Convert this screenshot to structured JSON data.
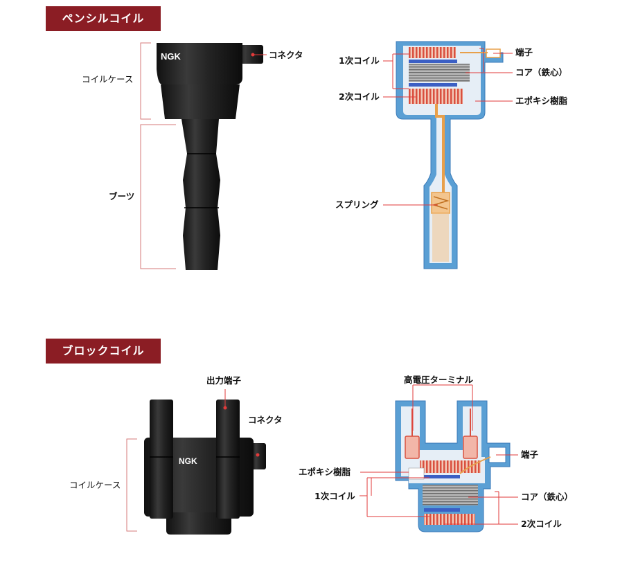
{
  "sections": {
    "pencil": {
      "title": "ペンシルコイル",
      "brand": "NGK",
      "exterior_labels": {
        "connector": "コネクタ",
        "case": "コイルケース",
        "boot": "ブーツ"
      },
      "cutaway_labels": {
        "primary": "1次コイル",
        "secondary": "2次コイル",
        "spring": "スプリング",
        "terminal": "端子",
        "core": "コア（鉄心）",
        "epoxy": "エポキシ樹脂"
      }
    },
    "block": {
      "title": "ブロックコイル",
      "brand": "NGK",
      "exterior_labels": {
        "output_terminal": "出力端子",
        "connector": "コネクタ",
        "case": "コイルケース"
      },
      "cutaway_labels": {
        "hv_terminal": "高電圧ターミナル",
        "terminal": "端子",
        "epoxy": "エポキシ樹脂",
        "primary": "1次コイル",
        "core": "コア（鉄心）",
        "secondary": "2次コイル"
      }
    }
  },
  "colors": {
    "badge": "#8b1d24",
    "body": "#1c1c1c",
    "shell": "#5a9fd4",
    "copper": "#d9503f",
    "orange": "#e8a04a",
    "leader": "#e23a3a"
  }
}
